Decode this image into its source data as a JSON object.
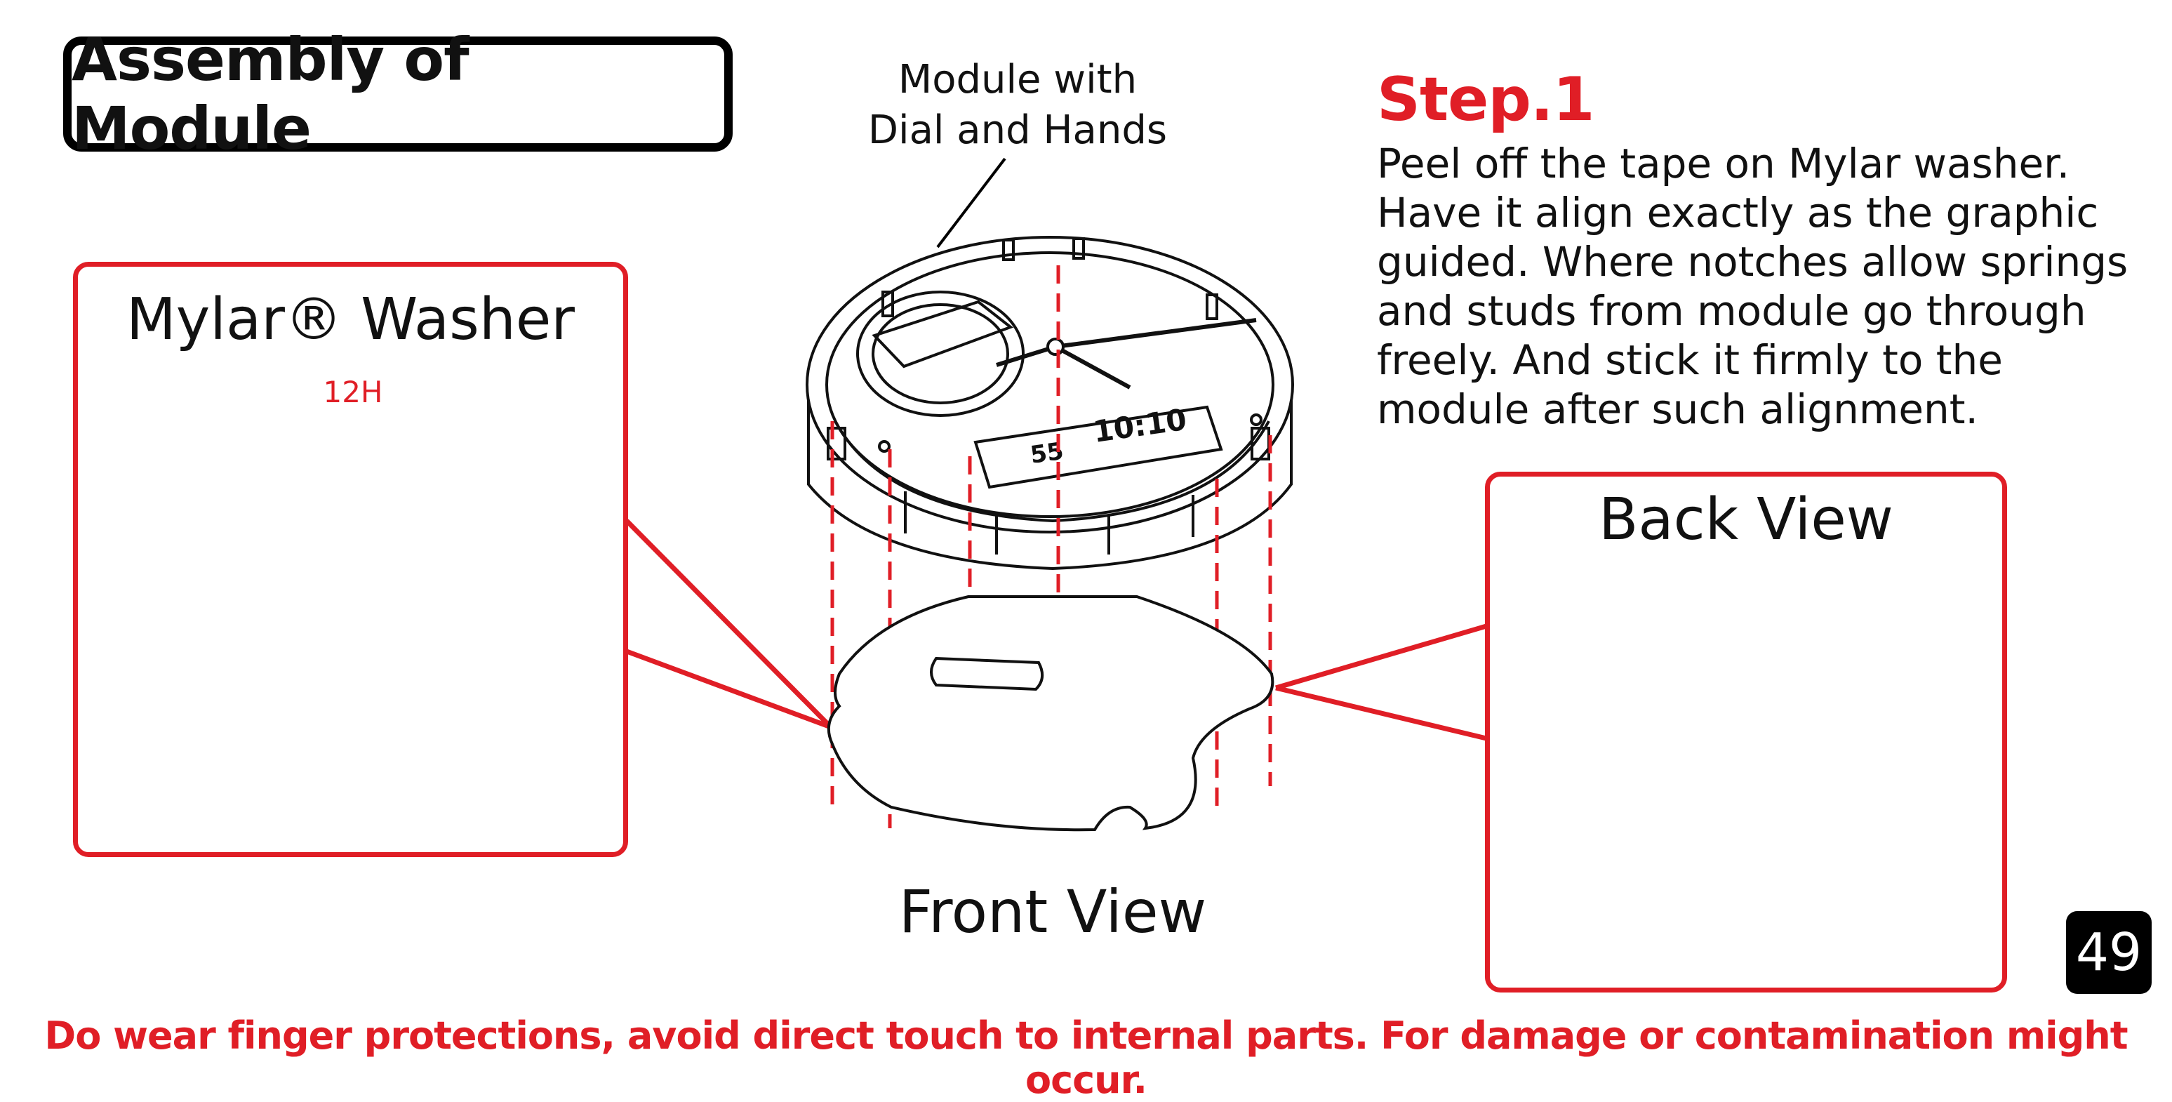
{
  "header": {
    "title": "Assembly of Module"
  },
  "callout": {
    "line1": "Module with",
    "line2": "Dial and Hands"
  },
  "step": {
    "title": "Step.1",
    "lines": [
      "Peel off the tape on Mylar washer.",
      "Have it align exactly as the graphic",
      "guided. Where notches allow springs",
      "and studs from module go through",
      "freely. And stick it firmly to the",
      "module after such alignment."
    ]
  },
  "left_panel": {
    "title": "Mylar® Washer",
    "marker": "12H"
  },
  "module_display": {
    "time": "10:10",
    "seconds": "55"
  },
  "front_view": {
    "label": "Front View"
  },
  "right_panel": {
    "title": "Back View"
  },
  "page_number": "49",
  "footer": {
    "warning": "Do wear finger protections, avoid direct touch to internal parts. For damage or contamination might occur."
  },
  "colors": {
    "accent_red": "#e01e26",
    "washer_fill": "#e8eef9",
    "module_back": "#9a9a9a",
    "spring_blue": "#3da9e6"
  }
}
